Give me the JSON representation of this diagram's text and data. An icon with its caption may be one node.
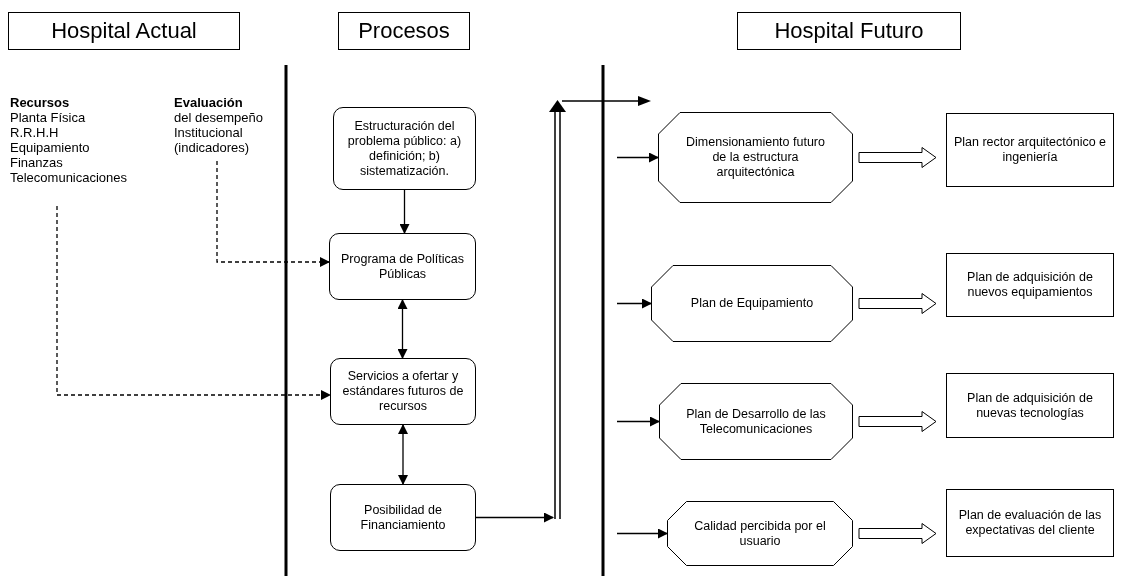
{
  "diagram": {
    "nodes": [
      {
        "text": [
          "Hospital Actual"
        ]
      },
      {
        "text": [
          "Procesos"
        ]
      },
      {
        "text": [
          "Hospital Futuro"
        ]
      },
      {
        "text": [
          "Recursos",
          "Planta Física",
          "R.R.H.H",
          "Equipamiento",
          "Finanzas",
          "Telecomunicaciones"
        ]
      },
      {
        "text": [
          "Evaluación",
          "del desempeño Institucional (indicadores)"
        ]
      },
      {
        "text": [
          "Estructuración del problema público: a) definición; b) sistematización."
        ]
      },
      {
        "text": [
          "Programa de Políticas Públicas"
        ]
      },
      {
        "text": [
          "Servicios a ofertar y estándares futuros de recursos"
        ]
      },
      {
        "text": [
          "Posibilidad de Financiamiento"
        ]
      },
      {
        "text": [
          "Dimensionamiento futuro de la estructura arquitectónica"
        ]
      },
      {
        "text": [
          "Plan de Equipamiento"
        ]
      },
      {
        "text": [
          "Plan de Desarrollo de las Telecomunicaciones"
        ]
      },
      {
        "text": [
          "Calidad percibida por el usuario"
        ]
      },
      {
        "text": [
          "Plan rector arquitectónico e ingeniería"
        ]
      },
      {
        "text": [
          "Plan de adquisición de nuevos equipamientos"
        ]
      },
      {
        "text": [
          "Plan de adquisición de nuevas tecnologías"
        ]
      },
      {
        "text": [
          "Plan de evaluación de las expectativas del cliente"
        ]
      }
    ],
    "edges": [
      {
        "from": 5,
        "to": 6,
        "arrow": "to"
      },
      {
        "from": 6,
        "to": 7,
        "arrow": "both"
      },
      {
        "from": 7,
        "to": 8,
        "arrow": "both"
      },
      {
        "from": 4,
        "to": 6,
        "arrow": "to",
        "style": "dashed"
      },
      {
        "from": 3,
        "to": 7,
        "arrow": "to",
        "style": "dashed"
      },
      {
        "from": 8,
        "to": null,
        "arrow": "to"
      },
      {
        "from": null,
        "to": 9,
        "arrow": "to"
      },
      {
        "from": null,
        "to": 10,
        "arrow": "to"
      },
      {
        "from": null,
        "to": 11,
        "arrow": "to"
      },
      {
        "from": null,
        "to": 12,
        "arrow": "to"
      },
      {
        "from": 9,
        "to": 13,
        "arrow": "to",
        "style": "thick"
      },
      {
        "from": 10,
        "to": 14,
        "arrow": "to",
        "style": "thick"
      },
      {
        "from": 11,
        "to": 15,
        "arrow": "to",
        "style": "thick"
      },
      {
        "from": 12,
        "to": 16,
        "arrow": "to",
        "style": "thick"
      }
    ]
  }
}
